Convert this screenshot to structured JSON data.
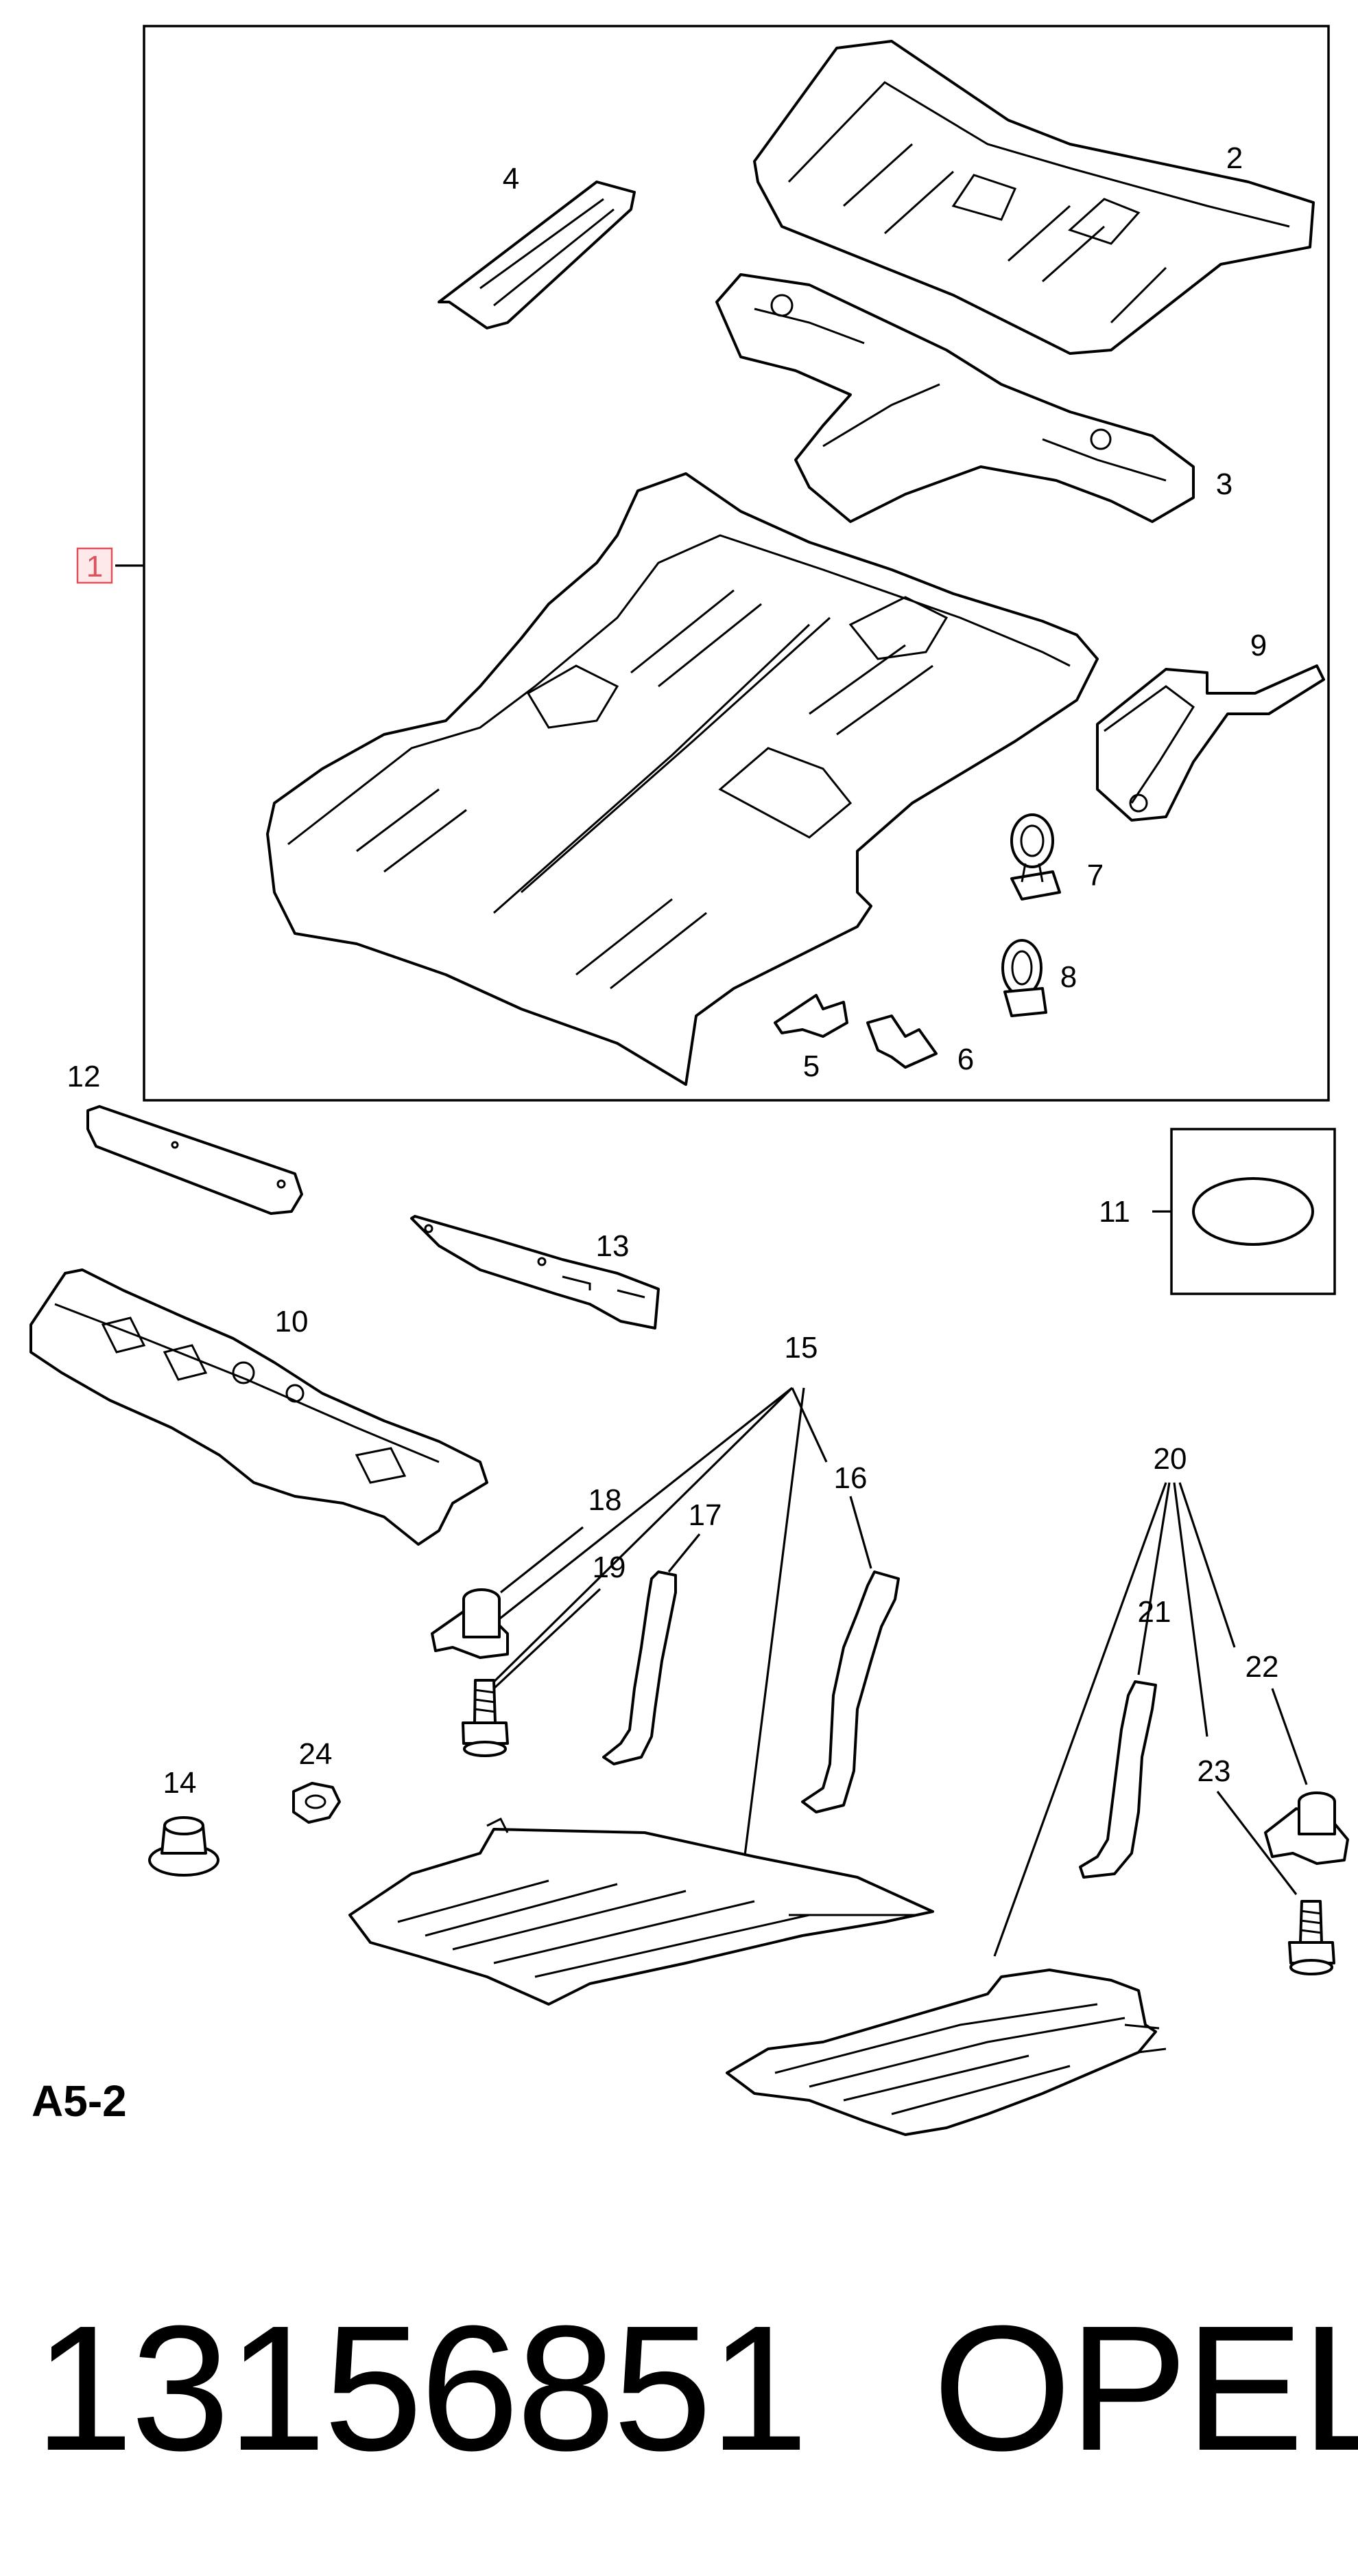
{
  "callouts": {
    "c1": "1",
    "c2": "2",
    "c3": "3",
    "c4": "4",
    "c5": "5",
    "c6": "6",
    "c7": "7",
    "c8": "8",
    "c9": "9",
    "c10": "10",
    "c11": "11",
    "c12": "12",
    "c13": "13",
    "c14": "14",
    "c15": "15",
    "c16": "16",
    "c17": "17",
    "c18": "18",
    "c19": "19",
    "c20": "20",
    "c21": "21",
    "c22": "22",
    "c23": "23",
    "c24": "24"
  },
  "section_code": "A5-2",
  "footer": {
    "part_number": "13156851",
    "brand": "OPEL"
  },
  "colors": {
    "line": "#000000",
    "background": "#ffffff",
    "highlight": "#e0505a"
  }
}
